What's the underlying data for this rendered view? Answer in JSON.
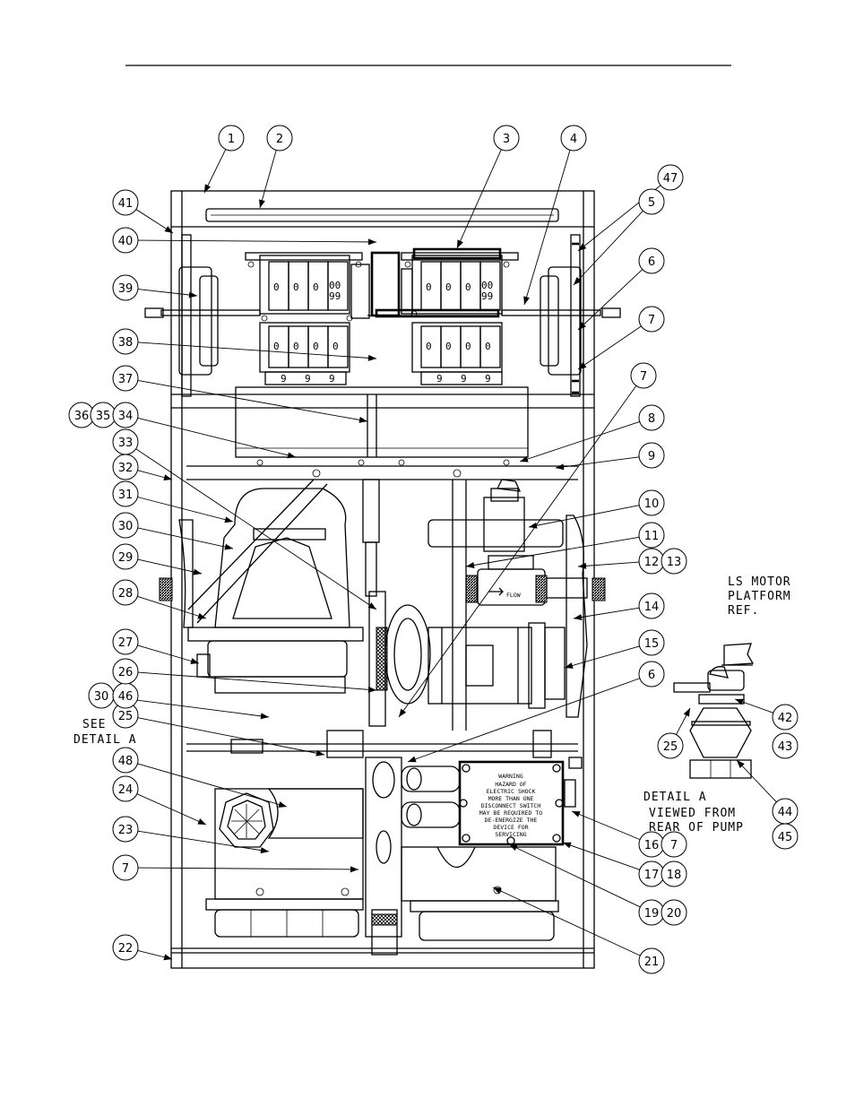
{
  "callouts": [
    {
      "id": "c1",
      "label": "1"
    },
    {
      "id": "c2",
      "label": "2"
    },
    {
      "id": "c3",
      "label": "3"
    },
    {
      "id": "c4",
      "label": "4"
    },
    {
      "id": "c47",
      "label": "47"
    },
    {
      "id": "c5",
      "label": "5"
    },
    {
      "id": "c6a",
      "label": "6"
    },
    {
      "id": "c7a",
      "label": "7"
    },
    {
      "id": "c7b",
      "label": "7"
    },
    {
      "id": "c8",
      "label": "8"
    },
    {
      "id": "c9",
      "label": "9"
    },
    {
      "id": "c10",
      "label": "10"
    },
    {
      "id": "c11",
      "label": "11"
    },
    {
      "id": "c12",
      "label": "12"
    },
    {
      "id": "c13",
      "label": "13"
    },
    {
      "id": "c14",
      "label": "14"
    },
    {
      "id": "c15",
      "label": "15"
    },
    {
      "id": "c6b",
      "label": "6"
    },
    {
      "id": "c16",
      "label": "16"
    },
    {
      "id": "c7c",
      "label": "7"
    },
    {
      "id": "c17",
      "label": "17"
    },
    {
      "id": "c18",
      "label": "18"
    },
    {
      "id": "c19",
      "label": "19"
    },
    {
      "id": "c20",
      "label": "20"
    },
    {
      "id": "c21",
      "label": "21"
    },
    {
      "id": "c22",
      "label": "22"
    },
    {
      "id": "c7d",
      "label": "7"
    },
    {
      "id": "c23",
      "label": "23"
    },
    {
      "id": "c24",
      "label": "24"
    },
    {
      "id": "c48",
      "label": "48"
    },
    {
      "id": "c25a",
      "label": "25"
    },
    {
      "id": "c30b",
      "label": "30"
    },
    {
      "id": "c46",
      "label": "46"
    },
    {
      "id": "c26",
      "label": "26"
    },
    {
      "id": "c27",
      "label": "27"
    },
    {
      "id": "c28",
      "label": "28"
    },
    {
      "id": "c29",
      "label": "29"
    },
    {
      "id": "c30a",
      "label": "30"
    },
    {
      "id": "c31",
      "label": "31"
    },
    {
      "id": "c32",
      "label": "32"
    },
    {
      "id": "c33",
      "label": "33"
    },
    {
      "id": "c36",
      "label": "36"
    },
    {
      "id": "c35",
      "label": "35"
    },
    {
      "id": "c34",
      "label": "34"
    },
    {
      "id": "c37",
      "label": "37"
    },
    {
      "id": "c38",
      "label": "38"
    },
    {
      "id": "c39",
      "label": "39"
    },
    {
      "id": "c40",
      "label": "40"
    },
    {
      "id": "c41",
      "label": "41"
    },
    {
      "id": "c42",
      "label": "42"
    },
    {
      "id": "c43",
      "label": "43"
    },
    {
      "id": "c44",
      "label": "44"
    },
    {
      "id": "c45",
      "label": "45"
    },
    {
      "id": "c25b",
      "label": "25"
    }
  ],
  "notes": {
    "see_detail_line1": "SEE",
    "see_detail_line2": "DETAIL A",
    "ls_motor_line1": "LS MOTOR",
    "ls_motor_line2": "PLATFORM",
    "ls_motor_line3": "REF.",
    "detail_title": "DETAIL A",
    "detail_sub1": "VIEWED FROM",
    "detail_sub2": "REAR OF PUMP",
    "flow_label": "FLOW"
  },
  "warning_plate": {
    "title": "WARNING",
    "lines": [
      "HAZARD OF",
      "ELECTRIC SHOCK",
      "MORE THAN ONE",
      "DISCONNECT SWITCH",
      "MAY BE REQUIRED TO",
      "DE-ENERGIZE THE",
      "DEVICE FOR",
      "SERVICING"
    ]
  },
  "register_digits": {
    "left_upper": [
      "0",
      "0",
      "0",
      "00",
      "99"
    ],
    "right_upper": [
      "0",
      "0",
      "0",
      "00",
      "99"
    ],
    "left_lower": [
      "0",
      "0",
      "0",
      "0"
    ],
    "right_lower": [
      "0",
      "0",
      "0",
      "0"
    ],
    "left_bottom": [
      "9",
      "9",
      "9"
    ],
    "right_bottom": [
      "9",
      "9",
      "9"
    ]
  },
  "colors": {
    "ink": "#000000",
    "paper": "#ffffff",
    "hatch": "#222222"
  }
}
